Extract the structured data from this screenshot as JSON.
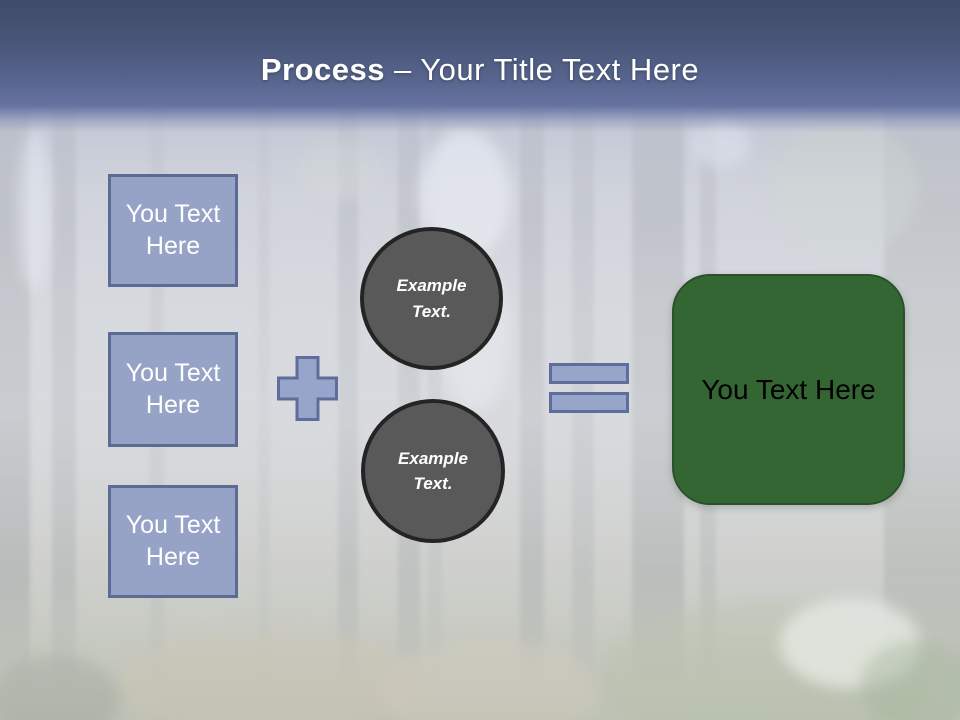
{
  "title": {
    "bold": "Process",
    "rest": "– Your Title Text Here"
  },
  "left_boxes": [
    {
      "label": "You Text Here"
    },
    {
      "label": "You Text Here"
    },
    {
      "label": "You Text Here"
    }
  ],
  "operators": {
    "plus_icon": "plus-shape",
    "equals_icon": "equals-shape"
  },
  "circles": [
    {
      "label": "Example Text."
    },
    {
      "label": "Example Text."
    }
  ],
  "result_box": {
    "label": "You Text Here"
  },
  "colors": {
    "title_band_top": "#3f4b69",
    "title_band_bottom": "#6673a0",
    "title_text": "#ffffff",
    "box_fill": "#96a3c7",
    "box_border": "#5b6b94",
    "box_text": "#ffffff",
    "operator_fill": "#98a5ca",
    "operator_border": "#5e6d99",
    "circle_fill": "#595959",
    "circle_border": "#242424",
    "circle_text": "#ffffff",
    "result_fill": "#346633",
    "result_border": "#2a5229",
    "result_text": "#000000"
  }
}
